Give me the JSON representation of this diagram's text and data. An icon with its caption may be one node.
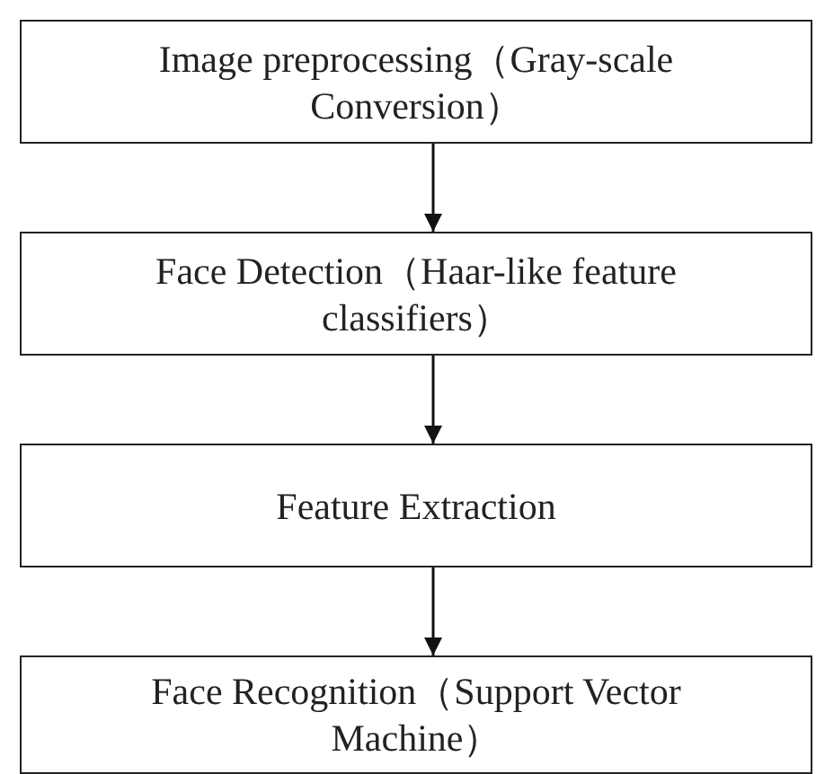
{
  "diagram": {
    "nodes": [
      {
        "text": [
          "Image preprocessing（Gray-scale Conversion）"
        ]
      },
      {
        "text": [
          "Face Detection（Haar-like feature classifiers）"
        ]
      },
      {
        "text": [
          "Feature Extraction"
        ]
      },
      {
        "text": [
          "Face Recognition（Support Vector Machine）"
        ]
      }
    ],
    "edges": [
      {
        "from": 0,
        "to": 1,
        "arrow": "to"
      },
      {
        "from": 1,
        "to": 2,
        "arrow": "to"
      },
      {
        "from": 2,
        "to": 3,
        "arrow": "to"
      }
    ]
  }
}
